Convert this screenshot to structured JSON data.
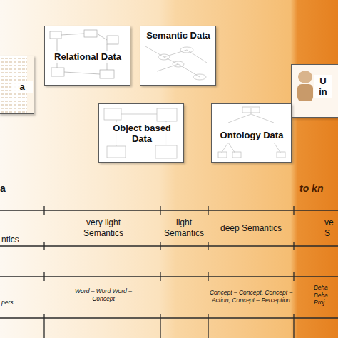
{
  "diagram": {
    "nodes": [
      {
        "text": [
          "a"
        ]
      },
      {
        "text": [
          "Relational Data"
        ]
      },
      {
        "text": [
          "Semantic Data"
        ]
      },
      {
        "text": [
          "Object based Data"
        ]
      },
      {
        "text": [
          "Ontology Data"
        ]
      },
      {
        "text": [
          "U in"
        ]
      }
    ],
    "labels": [
      "a",
      "to kn",
      "ntics",
      "very light Semantics",
      "light Semantics",
      "deep Semantics",
      "ve S",
      "pers",
      "Word – Word Word – Concept",
      "Concept – Concept, Concept – Action, Concept – Perception",
      "Beha Beha Proj"
    ]
  }
}
